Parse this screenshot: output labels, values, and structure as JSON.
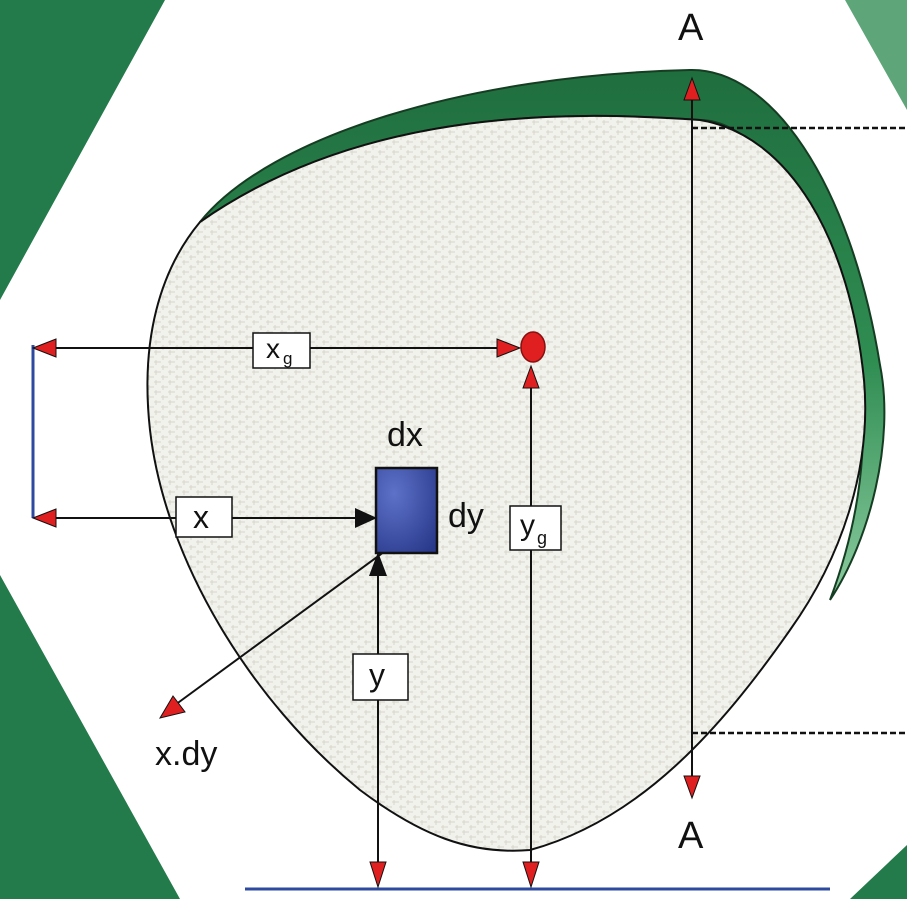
{
  "labels": {
    "section_top": "A",
    "section_bottom": "A",
    "xg_main": "x",
    "xg_sub": "g",
    "yg_main": "y",
    "yg_sub": "g",
    "x": "x",
    "y": "y",
    "dx": "dx",
    "dy": "dy",
    "area_element": "x.dy"
  },
  "colors": {
    "frame_green": "#237a4a",
    "band_green": "#2e8b4f",
    "band_green_light": "#7cc191",
    "element_fill": "#3a4fa8",
    "arrow_red": "#e02020",
    "baseline_blue": "#2d4aa0",
    "body_fill": "#efefe8"
  },
  "icons": {
    "centroid": "red-dot-icon",
    "arrowheads": "red-triangle-arrow-icon"
  }
}
